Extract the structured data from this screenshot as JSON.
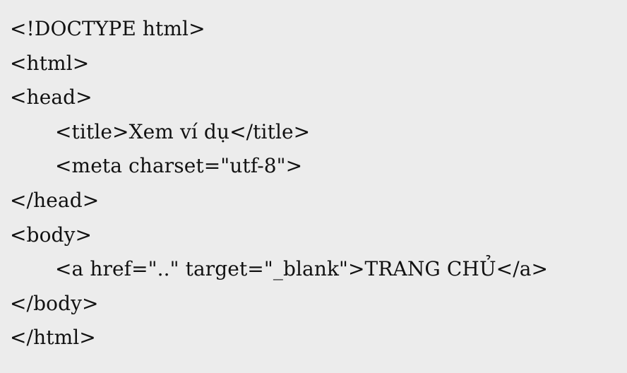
{
  "code_block": {
    "colors": {
      "background": "#ececec",
      "text": "#111111"
    },
    "lines": [
      {
        "text": "<!DOCTYPE html>",
        "indent": 0
      },
      {
        "text": "<html>",
        "indent": 0
      },
      {
        "text": "<head>",
        "indent": 0
      },
      {
        "text": "<title>Xem ví dụ</title>",
        "indent": 1
      },
      {
        "text": "<meta charset=\"utf-8\">",
        "indent": 1
      },
      {
        "text": "</head>",
        "indent": 0
      },
      {
        "text": "<body>",
        "indent": 0
      },
      {
        "text": "<a href=\"..\" target=\"_blank\">TRANG CHỦ</a>",
        "indent": 1
      },
      {
        "text": "</body>",
        "indent": 0
      },
      {
        "text": "</html>",
        "indent": 0
      }
    ]
  }
}
